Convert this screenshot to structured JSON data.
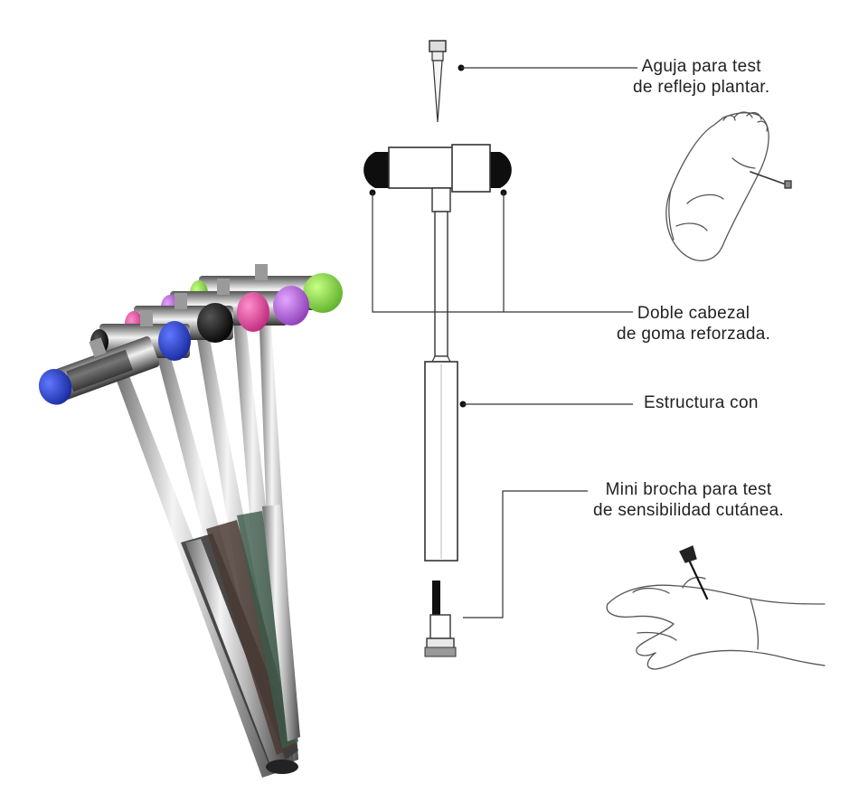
{
  "labels": {
    "needle": {
      "line1": "Aguja para test",
      "line2": "de reflejo plantar."
    },
    "head": {
      "line1": "Doble cabezal",
      "line2": "de goma reforzada."
    },
    "structure": {
      "line1": "Estructura con"
    },
    "brush": {
      "line1": "Mini brocha para test",
      "line2": "de sensibilidad cutánea."
    }
  },
  "colors": {
    "rubber_black": "#111111",
    "hammer_blue": "#2a3fd6",
    "hammer_green": "#8ee04a",
    "hammer_pink": "#f050a8",
    "hammer_purple": "#c070e0",
    "hammer_black": "#151515",
    "line": "#333333"
  },
  "icons": [
    "foot-sketch-icon",
    "hand-sketch-icon",
    "reflex-hammer-icon"
  ]
}
